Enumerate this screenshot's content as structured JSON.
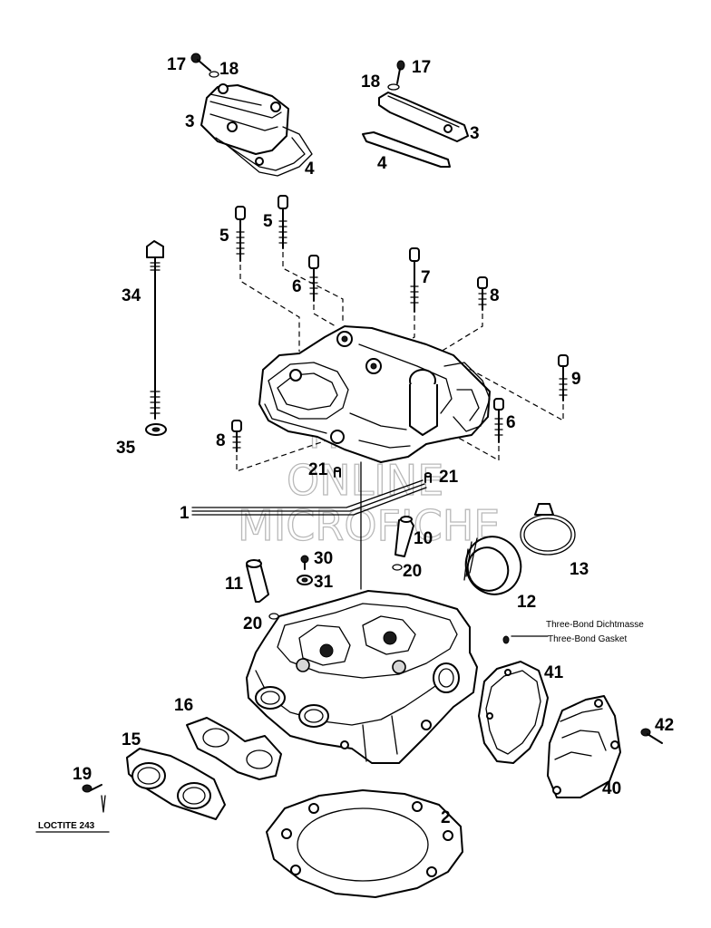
{
  "watermark": {
    "line1": "HLSM",
    "line2": "ONLINE",
    "line3": "MICROFICHE"
  },
  "notes": {
    "threebond_de": "Three-Bond Dichtmasse",
    "threebond_en": "Three-Bond Gasket",
    "loctite": "LOCTITE 243"
  },
  "callouts": {
    "c1": "1",
    "c2": "2",
    "c3a": "3",
    "c3b": "3",
    "c4a": "4",
    "c4b": "4",
    "c5a": "5",
    "c5b": "5",
    "c6a": "6",
    "c6b": "6",
    "c7": "7",
    "c8a": "8",
    "c8b": "8",
    "c9": "9",
    "c10": "10",
    "c11": "11",
    "c12": "12",
    "c13": "13",
    "c15": "15",
    "c16": "16",
    "c17a": "17",
    "c17b": "17",
    "c18a": "18",
    "c18b": "18",
    "c19": "19",
    "c20a": "20",
    "c20b": "20",
    "c21a": "21",
    "c21b": "21",
    "c30": "30",
    "c31": "31",
    "c34": "34",
    "c35": "35",
    "c40": "40",
    "c41": "41",
    "c42": "42"
  }
}
